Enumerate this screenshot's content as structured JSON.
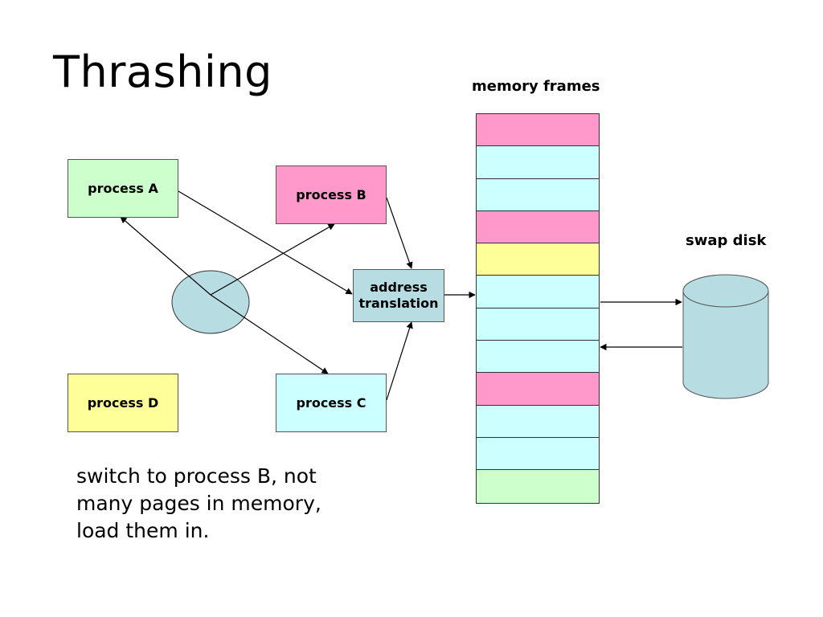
{
  "slide": {
    "title": "Thrashing",
    "memory_frames_label": "memory frames",
    "swap_disk_label": "swap disk",
    "caption_lines": [
      "switch to process B, not",
      "many pages in memory,",
      "load them in."
    ]
  },
  "processes": {
    "a": {
      "label": "process A",
      "color": "#ccffcc"
    },
    "b": {
      "label": "process B",
      "color": "#ff99cc"
    },
    "c": {
      "label": "process C",
      "color": "#ccffff"
    },
    "d": {
      "label": "process D",
      "color": "#ffff99"
    }
  },
  "address_translation": {
    "line1": "address",
    "line2": "translation",
    "color": "#b7dde3"
  },
  "scheduler_color": "#b7dde3",
  "swap_disk_color": "#b7dde3",
  "memory_frames": [
    {
      "owner": "B",
      "color": "#ff99cc"
    },
    {
      "owner": "C",
      "color": "#ccffff"
    },
    {
      "owner": "C",
      "color": "#ccffff"
    },
    {
      "owner": "B",
      "color": "#ff99cc"
    },
    {
      "owner": "D",
      "color": "#ffff99"
    },
    {
      "owner": "C",
      "color": "#ccffff"
    },
    {
      "owner": "C",
      "color": "#ccffff"
    },
    {
      "owner": "C",
      "color": "#ccffff"
    },
    {
      "owner": "B",
      "color": "#ff99cc"
    },
    {
      "owner": "C",
      "color": "#ccffff"
    },
    {
      "owner": "C",
      "color": "#ccffff"
    },
    {
      "owner": "A",
      "color": "#ccffcc"
    }
  ]
}
